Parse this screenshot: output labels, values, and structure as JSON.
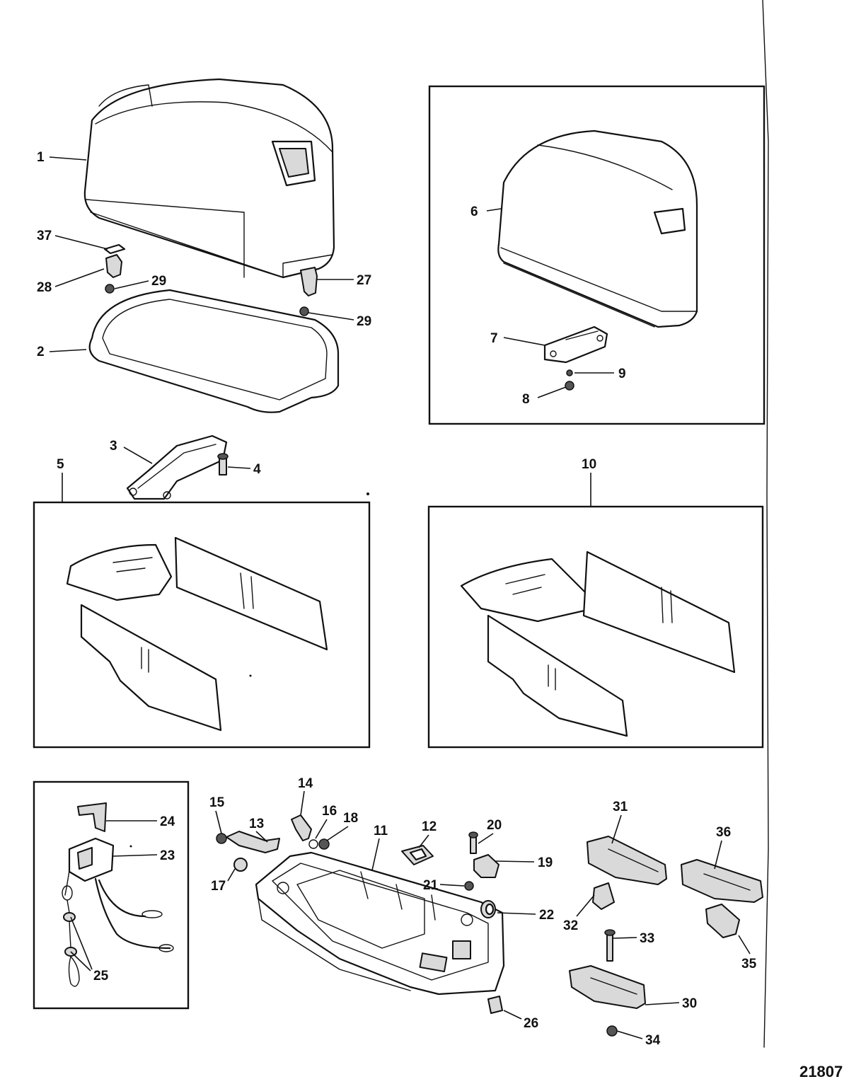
{
  "figure_number": "21807",
  "callouts": [
    {
      "id": "c1",
      "text": "1"
    },
    {
      "id": "c2",
      "text": "2"
    },
    {
      "id": "c3",
      "text": "3"
    },
    {
      "id": "c4",
      "text": "4"
    },
    {
      "id": "c5",
      "text": "5"
    },
    {
      "id": "c6",
      "text": "6"
    },
    {
      "id": "c7",
      "text": "7"
    },
    {
      "id": "c8",
      "text": "8"
    },
    {
      "id": "c9",
      "text": "9"
    },
    {
      "id": "c10",
      "text": "10"
    },
    {
      "id": "c11",
      "text": "11"
    },
    {
      "id": "c12",
      "text": "12"
    },
    {
      "id": "c13",
      "text": "13"
    },
    {
      "id": "c14",
      "text": "14"
    },
    {
      "id": "c15",
      "text": "15"
    },
    {
      "id": "c16",
      "text": "16"
    },
    {
      "id": "c17",
      "text": "17"
    },
    {
      "id": "c18",
      "text": "18"
    },
    {
      "id": "c19",
      "text": "19"
    },
    {
      "id": "c20",
      "text": "20"
    },
    {
      "id": "c21",
      "text": "21"
    },
    {
      "id": "c22",
      "text": "22"
    },
    {
      "id": "c23",
      "text": "23"
    },
    {
      "id": "c24",
      "text": "24"
    },
    {
      "id": "c25",
      "text": "25"
    },
    {
      "id": "c26",
      "text": "26"
    },
    {
      "id": "c27",
      "text": "27"
    },
    {
      "id": "c28",
      "text": "28"
    },
    {
      "id": "c29a",
      "text": "29"
    },
    {
      "id": "c29b",
      "text": "29"
    },
    {
      "id": "c30",
      "text": "30"
    },
    {
      "id": "c31",
      "text": "31"
    },
    {
      "id": "c32",
      "text": "32"
    },
    {
      "id": "c33",
      "text": "33"
    },
    {
      "id": "c34",
      "text": "34"
    },
    {
      "id": "c35",
      "text": "35"
    },
    {
      "id": "c36",
      "text": "36"
    },
    {
      "id": "c37",
      "text": "37"
    }
  ]
}
